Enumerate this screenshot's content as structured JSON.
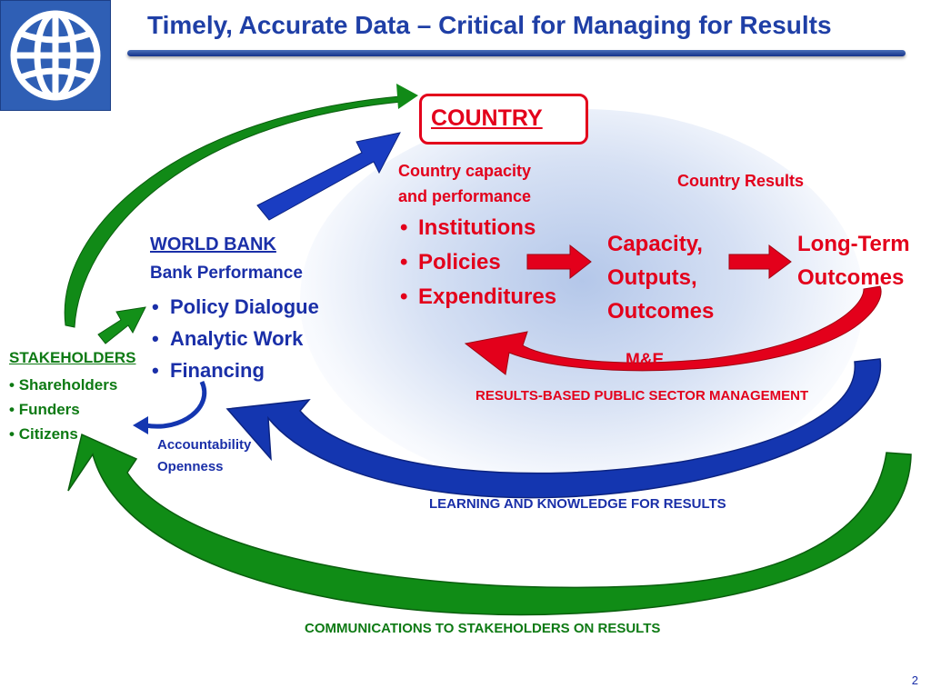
{
  "slide": {
    "title": "Timely, Accurate Data – Critical for Managing for Results",
    "page_number": "2"
  },
  "logo": {
    "icon": "globe-icon"
  },
  "country": {
    "label": "COUNTRY",
    "capacity_line1": "Country capacity",
    "capacity_line2": "and performance",
    "items": [
      "Institutions",
      "Policies",
      "Expenditures"
    ],
    "results_label": "Country Results",
    "capacity_outputs": [
      "Capacity,",
      "Outputs,",
      "Outcomes"
    ],
    "long_term": [
      "Long-Term",
      "Outcomes"
    ],
    "me_label": "M&E",
    "rbpsm_label": "RESULTS-BASED PUBLIC SECTOR MANAGEMENT"
  },
  "world_bank": {
    "label": "WORLD BANK",
    "subtitle": "Bank Performance",
    "items": [
      "Policy Dialogue",
      "Analytic Work",
      "Financing"
    ]
  },
  "stakeholders": {
    "label": "STAKEHOLDERS",
    "items": [
      "Shareholders",
      "Funders",
      "Citizens"
    ]
  },
  "accountability": [
    "Accountability",
    "Openness"
  ],
  "learning_label": "LEARNING AND KNOWLEDGE FOR RESULTS",
  "communications_label": "COMMUNICATIONS TO STAKEHOLDERS ON RESULTS",
  "colors": {
    "title_blue": "#1f3fa6",
    "red": "#e3001b",
    "blue": "#1a2fa8",
    "green": "#0e7a14"
  }
}
